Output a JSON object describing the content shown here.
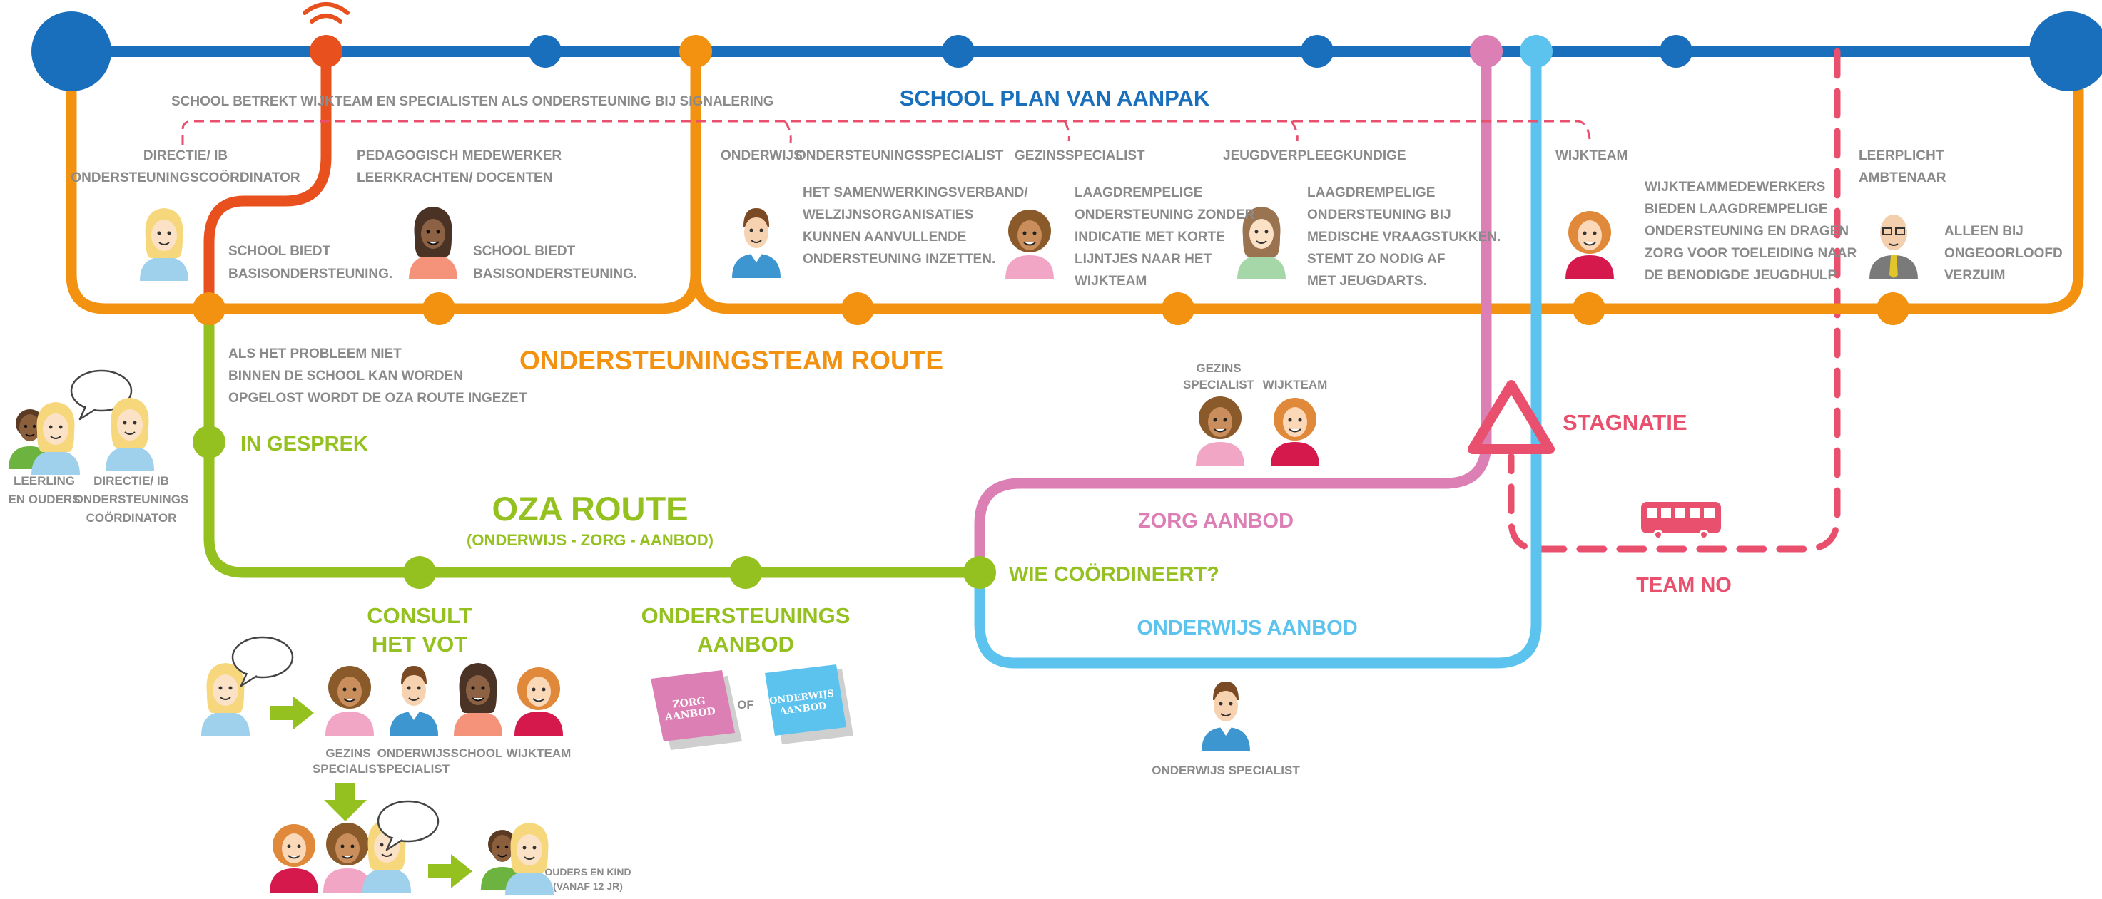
{
  "colors": {
    "blue": "#1a6fbd",
    "orange": "#f39110",
    "red_orange": "#e8501e",
    "green": "#94c11f",
    "pink": "#dc7fb4",
    "light_blue": "#5cc3ef",
    "coral": "#e8506e",
    "grey_text": "#8a8a8a"
  },
  "header": {
    "school_plan_title": "SCHOOL PLAN VAN AANPAK",
    "school_signal_note": "SCHOOL BETREKT WIJKTEAM EN SPECIALISTEN ALS ONDERSTEUNING BIJ SIGNALERING"
  },
  "school_section": {
    "directie_label": [
      "DIRECTIE/ IB",
      "ONDERSTEUNINGSCOÖRDINATOR"
    ],
    "pedagogisch_label": [
      "PEDAGOGISCH MEDEWERKER",
      "LEERKRACHTEN/ DOCENTEN"
    ],
    "directie_note": [
      "SCHOOL BIEDT",
      "BASISONDERSTEUNING."
    ],
    "pedagogisch_note": [
      "SCHOOL BIEDT",
      "BASISONDERSTEUNING."
    ]
  },
  "plan_section": {
    "roles": [
      "ONDERWIJS",
      "ONDERSTEUNINGSSPECIALIST",
      "GEZINSSPECIALIST",
      "JEUGDVERPLEEGKUNDIGE",
      "WIJKTEAM"
    ],
    "ondersteuning_note": [
      "HET SAMENWERKINGSVERBAND/",
      "WELZIJNSORGANISATIES",
      "KUNNEN AANVULLENDE",
      "ONDERSTEUNING INZETTEN."
    ],
    "gezins_note": [
      "LAAGDREMPELIGE",
      "ONDERSTEUNING ZONDER",
      "INDICATIE MET KORTE",
      "LIJNTJES NAAR HET",
      "WIJKTEAM"
    ],
    "jeugd_note": [
      "LAAGDREMPELIGE",
      "ONDERSTEUNING BIJ",
      "MEDISCHE VRAAGSTUKKEN.",
      "STEMT ZO NODIG AF",
      "MET JEUGDARTS."
    ],
    "wijkteam_note": [
      "WIJKTEAMMEDEWERKERS",
      "BIEDEN LAAGDREMPELIGE",
      "ONDERSTEUNING EN DRAGEN",
      "ZORG VOOR TOELEIDING NAAR",
      "DE BENODIGDE JEUGDHULP"
    ],
    "leerplicht_label": [
      "LEERPLICHT",
      "AMBTENAAR"
    ],
    "leerplicht_note": [
      "ALLEEN BIJ",
      "ONGEOORLOOFD",
      "VERZUIM"
    ]
  },
  "ondersteuningsteam_route": "ONDERSTEUNINGSTEAM ROUTE",
  "oza_start_note": [
    "ALS HET PROBLEEM NIET",
    "BINNEN DE SCHOOL KAN WORDEN",
    "OPGELOST WORDT DE OZA ROUTE INGEZET"
  ],
  "in_gesprek": "IN GESPREK",
  "leerling_label": [
    "LEERLING",
    "EN OUDERS"
  ],
  "directie_side_label": [
    "DIRECTIE/ IB",
    "ONDERSTEUNINGS",
    "COÖRDINATOR"
  ],
  "oza_route": {
    "title": "OZA ROUTE",
    "subtitle": "(ONDERWIJS - ZORG - AANBOD)"
  },
  "consult": [
    "CONSULT",
    "HET VOT"
  ],
  "ondersteuningsaanbod": [
    "ONDERSTEUNINGS",
    "AANBOD"
  ],
  "consult_team": [
    [
      "GEZINS",
      "SPECIALIST"
    ],
    [
      "ONDERWIJS",
      "SPECIALIST"
    ],
    [
      "SCHOOL"
    ],
    [
      "WIJKTEAM"
    ]
  ],
  "folders": {
    "zorg": [
      "ZORG",
      "AANBOD"
    ],
    "of": "OF",
    "onderwijs": [
      "ONDERWIJS",
      "AANBOD"
    ]
  },
  "ouders_kind": [
    "OUDERS EN KIND",
    "(VANAF 12 JR)"
  ],
  "wie_coordineert": "WIE COÖRDINEERT?",
  "zorg_aanbod": "ZORG AANBOD",
  "onderwijs_aanbod": "ONDERWIJS AANBOD",
  "gezins_top_label": [
    "GEZINS",
    "SPECIALIST"
  ],
  "wijkteam_top_label": "WIJKTEAM",
  "onderwijs_specialist": "ONDERWIJS SPECIALIST",
  "stagnatie": "STAGNATIE",
  "team_no": "TEAM NO"
}
